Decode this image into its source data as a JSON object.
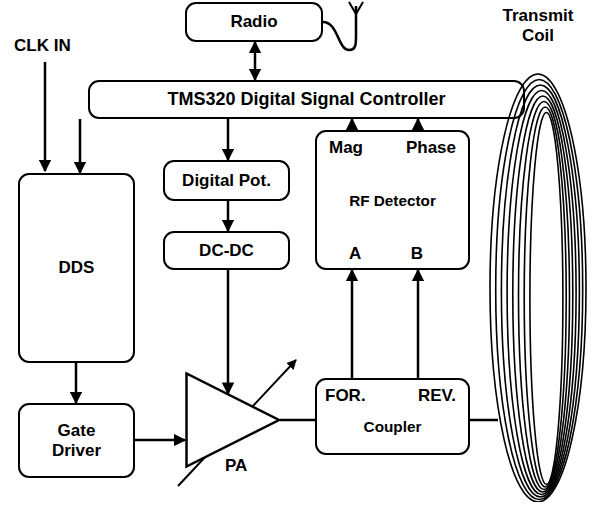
{
  "diagram": {
    "nodes": [
      {
        "text": [
          "Radio"
        ]
      },
      {
        "text": [
          "TMS320 Digital Signal Controller"
        ]
      },
      {
        "text": [
          "DDS"
        ]
      },
      {
        "text": [
          "Digital Pot."
        ]
      },
      {
        "text": [
          "Mag",
          "Phase",
          "RF Detector",
          "A",
          "B"
        ]
      },
      {
        "text": [
          "DC-DC"
        ]
      },
      {
        "text": [
          "Gate Driver"
        ]
      },
      {
        "text": [
          "PA"
        ]
      },
      {
        "text": [
          "FOR.",
          "REV.",
          "Coupler"
        ]
      },
      {
        "text": [
          "Transmit Coil"
        ]
      }
    ],
    "edges": [
      {
        "from": 0,
        "to": 1,
        "arrow": "both"
      },
      {
        "from": 1,
        "to": 2,
        "arrow": "to"
      },
      {
        "from": 1,
        "to": 3,
        "arrow": "to"
      },
      {
        "from": 4,
        "to": 1,
        "arrow": "to"
      },
      {
        "from": 4,
        "to": 1,
        "arrow": "to"
      },
      {
        "from": 3,
        "to": 5,
        "arrow": "to"
      },
      {
        "from": 5,
        "to": 7,
        "arrow": "to"
      },
      {
        "from": 2,
        "to": 6,
        "arrow": "to"
      },
      {
        "from": 6,
        "to": 7,
        "arrow": "to"
      },
      {
        "from": 7,
        "to": 8,
        "arrow": "none"
      },
      {
        "from": 8,
        "to": 4,
        "arrow": "to"
      },
      {
        "from": 8,
        "to": 4,
        "arrow": "to"
      },
      {
        "from": 8,
        "to": 9,
        "arrow": "none"
      }
    ],
    "labels": [
      "CLK IN"
    ]
  }
}
